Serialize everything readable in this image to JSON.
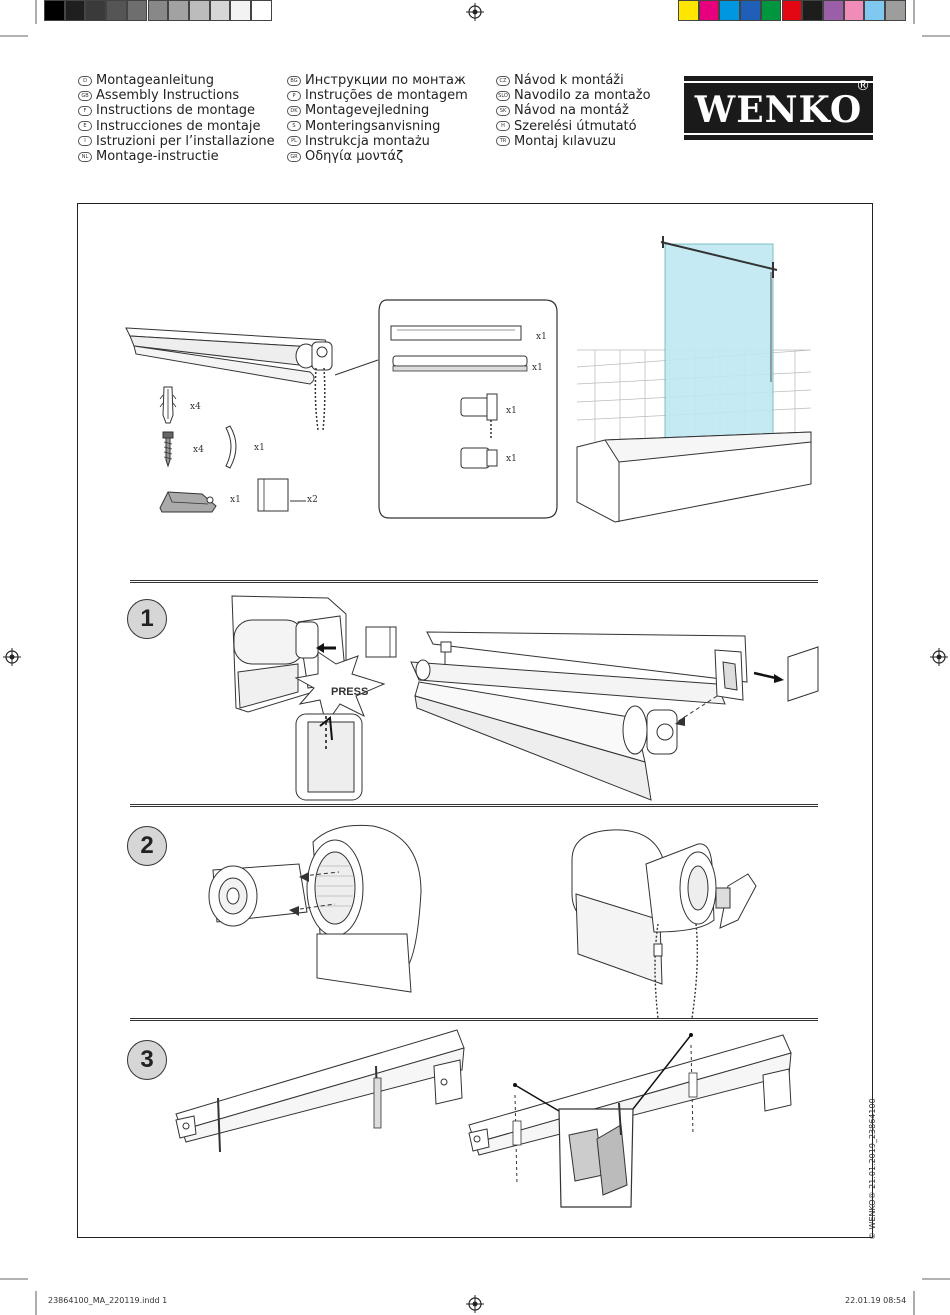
{
  "color_bar": {
    "grays": [
      "#000000",
      "#1f1f1f",
      "#3a3a3a",
      "#555555",
      "#6e6e6e",
      "#888888",
      "#a2a2a2",
      "#bcbcbc",
      "#d6d6d6",
      "#f2f2f2",
      "#ffffff"
    ],
    "colors": [
      "#ffe600",
      "#e6007e",
      "#0096e0",
      "#1f5fb8",
      "#009640",
      "#e30613",
      "#1d1d1b",
      "#9b5fa8",
      "#f08cb8",
      "#7fc8ef",
      "#9d9d9c"
    ]
  },
  "languages": {
    "col1": [
      {
        "code": "D",
        "text": "Montageanleitung"
      },
      {
        "code": "GB",
        "text": "Assembly Instructions"
      },
      {
        "code": "F",
        "text": "Instructions de montage"
      },
      {
        "code": "E",
        "text": "Instrucciones de montaje"
      },
      {
        "code": "I",
        "text": "Istruzioni per l’installazione"
      },
      {
        "code": "NL",
        "text": "Montage-instructie"
      }
    ],
    "col2": [
      {
        "code": "BG",
        "text": "Инструкции по монтаж"
      },
      {
        "code": "P",
        "text": "Instruções de montagem"
      },
      {
        "code": "DK",
        "text": "Montagevejledning"
      },
      {
        "code": "S",
        "text": "Monteringsanvisning"
      },
      {
        "code": "PL",
        "text": "Instrukcja montażu"
      },
      {
        "code": "GR",
        "text": "Οδηγία μοντάζ"
      }
    ],
    "col3": [
      {
        "code": "CZ",
        "text": "Návod k montáži"
      },
      {
        "code": "SLO",
        "text": "Navodilo za montažo"
      },
      {
        "code": "SK",
        "text": "Návod na montáž"
      },
      {
        "code": "H",
        "text": "Szerelési útmutató"
      },
      {
        "code": "TR",
        "text": "Montaj kılavuzu"
      }
    ]
  },
  "logo": {
    "text": "WENKO",
    "reg": "®"
  },
  "parts": {
    "anchor_qty": "x4",
    "screw_qty": "x4",
    "hook_qty": "x1",
    "clip_qty": "x1",
    "pad_qty": "x2",
    "inset_bar_qty": "x1",
    "inset_roller_qty": "x1",
    "inset_end_qty": "x1",
    "inset_cap_qty": "x1"
  },
  "steps": [
    "1",
    "2",
    "3"
  ],
  "press_label": "PRESS",
  "side_text": "© WENKO® 21.01.2019_23864100",
  "footer": {
    "left": "23864100_MA_220119.indd   1",
    "right": "22.01.19   08:54"
  }
}
